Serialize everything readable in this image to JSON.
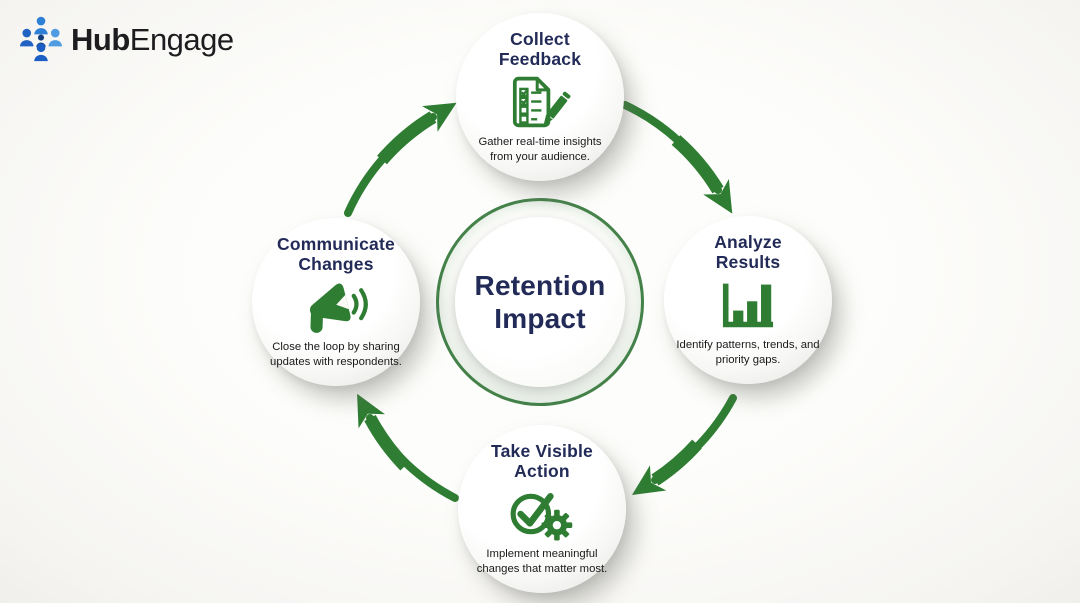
{
  "logo": {
    "hub": "Hub",
    "engage": "Engage",
    "icon": "people-group-icon"
  },
  "center": {
    "title": "Retention Impact"
  },
  "steps": [
    {
      "title": "Collect Feedback",
      "description": "Gather real-time insights from your audience.",
      "icon": "checklist-pencil-icon",
      "position": "top"
    },
    {
      "title": "Analyze Results",
      "description": "Identify patterns, trends, and priority gaps.",
      "icon": "bar-chart-icon",
      "position": "right"
    },
    {
      "title": "Take Visible Action",
      "description": "Implement meaningful changes that matter most.",
      "icon": "check-gear-icon",
      "position": "bottom"
    },
    {
      "title": "Communicate Changes",
      "description": "Close the loop by sharing updates with respondents.",
      "icon": "megaphone-icon",
      "position": "left"
    }
  ],
  "cycle": {
    "direction": "clockwise",
    "arrow_count": 4
  },
  "colors": {
    "green": "#2e7d32",
    "ring_green": "#44824a",
    "navy": "#222b57",
    "text_dark": "#1a1a1a",
    "logo_blue_top": "#2e7fd6",
    "logo_blue_left": "#2063c2",
    "logo_blue_right": "#4f9ce2",
    "logo_blue_center": "#123e7d",
    "logo_blue_bottom": "#1b5ec4",
    "background": "#f8f7f4"
  }
}
